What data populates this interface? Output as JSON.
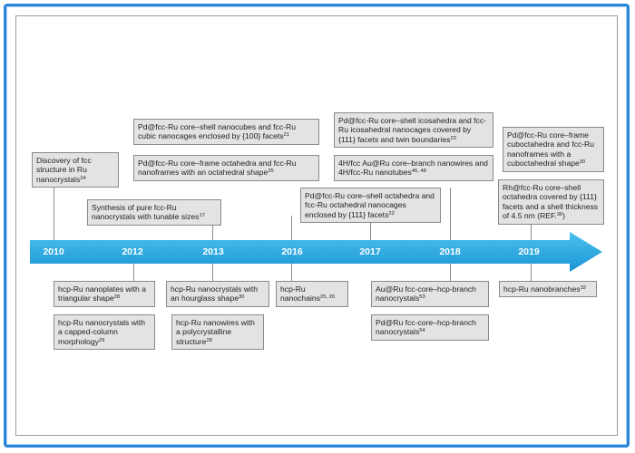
{
  "timeline": {
    "years": [
      "2010",
      "2012",
      "2013",
      "2016",
      "2017",
      "2018",
      "2019"
    ]
  },
  "events_above": [
    {
      "text": "Discovery of fcc structure in Ru nanocrystals",
      "ref": "24"
    },
    {
      "text": "Synthesis of pure fcc-Ru nanocrystals with tunable sizes",
      "ref": "17"
    },
    {
      "text": "Pd@fcc-Ru core–shell nanocubes and fcc-Ru cubic nanocages enclosed by {100} facets",
      "ref": "21"
    },
    {
      "text": "Pd@fcc-Ru core–frame octahedra and fcc-Ru nanoframes with an octahedral shape",
      "ref": "25"
    },
    {
      "text": "Pd@fcc-Ru core–shell octahedra and fcc-Ru octahedral nanocages enclosed by {111} facets",
      "ref": "22"
    },
    {
      "text": "Pd@fcc-Ru core–shell icosahedra and fcc-Ru icosahedral nanocages covered by {111} facets and twin boundaries",
      "ref": "23"
    },
    {
      "text": "4H/fcc Au@Ru core–branch nanowires and 4H/fcc-Ru nanotubes",
      "ref": "46, 48"
    },
    {
      "text": "Pd@fcc-Ru core–frame cuboctahedra and fcc-Ru nanoframes with a cuboctahedral shape",
      "ref": "30"
    },
    {
      "text": "Rh@fcc-Ru core–shell octahedra covered by {111} facets and a shell thickness of 4.5 nm (REF.",
      "ref": "36",
      "tail": ")"
    }
  ],
  "events_below": [
    {
      "text": "hcp-Ru nanoplates with a triangular shape",
      "ref": "28"
    },
    {
      "text": "hcp-Ru nanocrystals with a capped-column morphology",
      "ref": "29"
    },
    {
      "text": "hcp-Ru nanocrystals with an hourglass shape",
      "ref": "30"
    },
    {
      "text": "hcp-Ru nanowires with a polycrystalline structure",
      "ref": "28"
    },
    {
      "text": "hcp-Ru nanochains",
      "ref": "25, 26"
    },
    {
      "text": "Au@Ru fcc-core–hcp-branch nanocrystals",
      "ref": "53"
    },
    {
      "text": "Pd@Ru fcc-core–hcp-branch nanocrystals",
      "ref": "54"
    },
    {
      "text": "hcp-Ru nanobranches",
      "ref": "32"
    }
  ],
  "colors": {
    "arrow": "#29a9e1",
    "frame": "#2a86d6",
    "box_fill": "#e3e3e3",
    "box_border": "#8a8a8a"
  }
}
